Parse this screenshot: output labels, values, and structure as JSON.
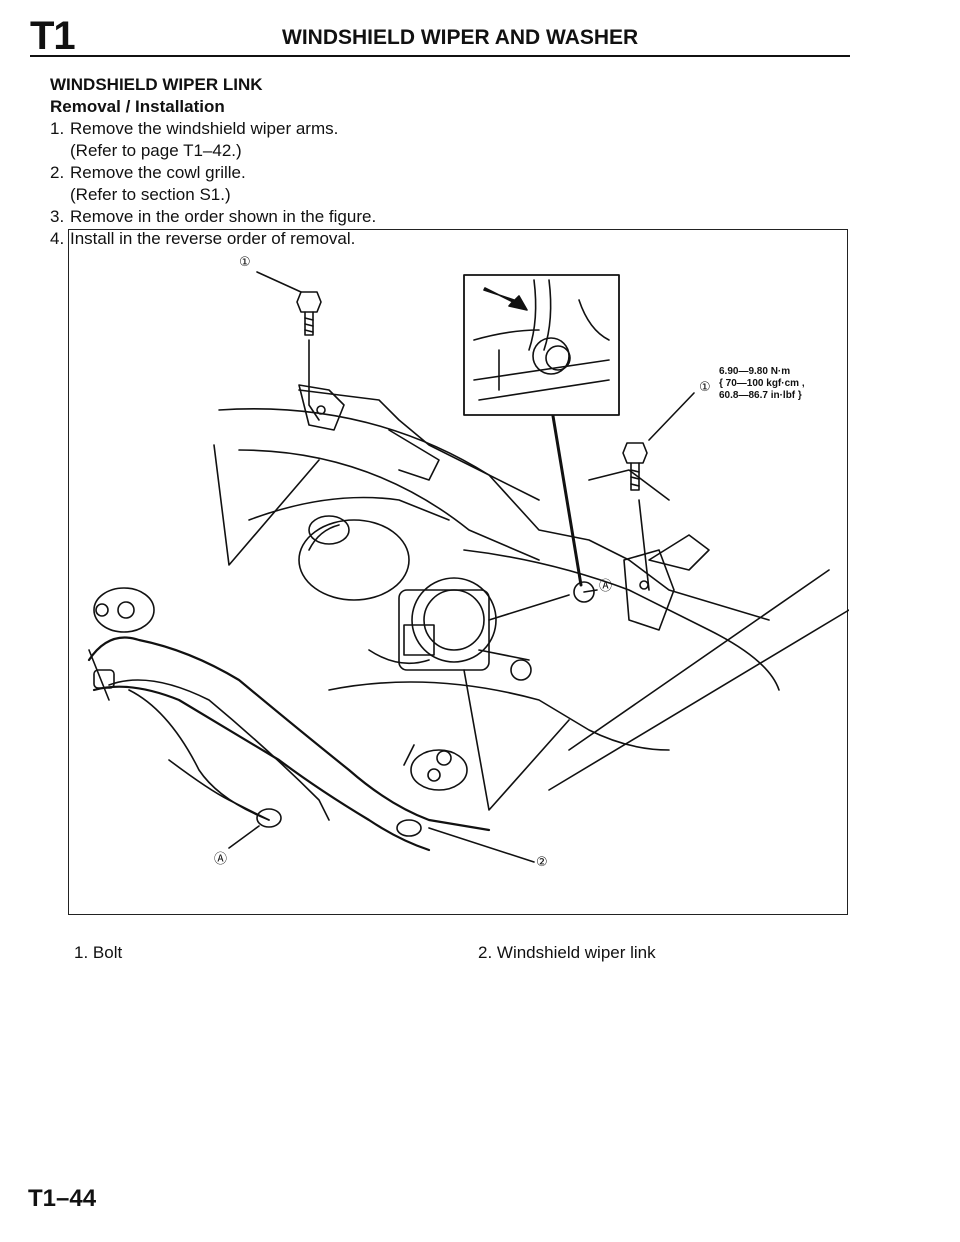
{
  "header": {
    "section_code": "T1",
    "title": "WINDSHIELD WIPER AND WASHER"
  },
  "content": {
    "heading": "WINDSHIELD WIPER LINK",
    "subheading": "Removal / Installation",
    "steps": [
      {
        "num": "1.",
        "text": "Remove the windshield wiper arms.",
        "sub": "(Refer to page T1–42.)"
      },
      {
        "num": "2.",
        "text": "Remove the cowl grille.",
        "sub": "(Refer to section S1.)"
      },
      {
        "num": "3.",
        "text": "Remove in the order shown in the figure.",
        "sub": ""
      },
      {
        "num": "4.",
        "text": "Install in the reverse order of removal.",
        "sub": ""
      }
    ]
  },
  "figure": {
    "callout_1_top": "①",
    "callout_1_right": "①",
    "callout_2": "②",
    "callout_a_left": "Ⓐ",
    "callout_a_mid": "Ⓐ",
    "torque_line1": "6.90—9.80 N·m",
    "torque_line2": "{ 70—100 kgf·cm ,",
    "torque_line3": "60.8—86.7 in·lbf }"
  },
  "legend": {
    "item1": "1.  Bolt",
    "item2": "2.  Windshield wiper link"
  },
  "footer": {
    "page_number": "T1–44"
  }
}
